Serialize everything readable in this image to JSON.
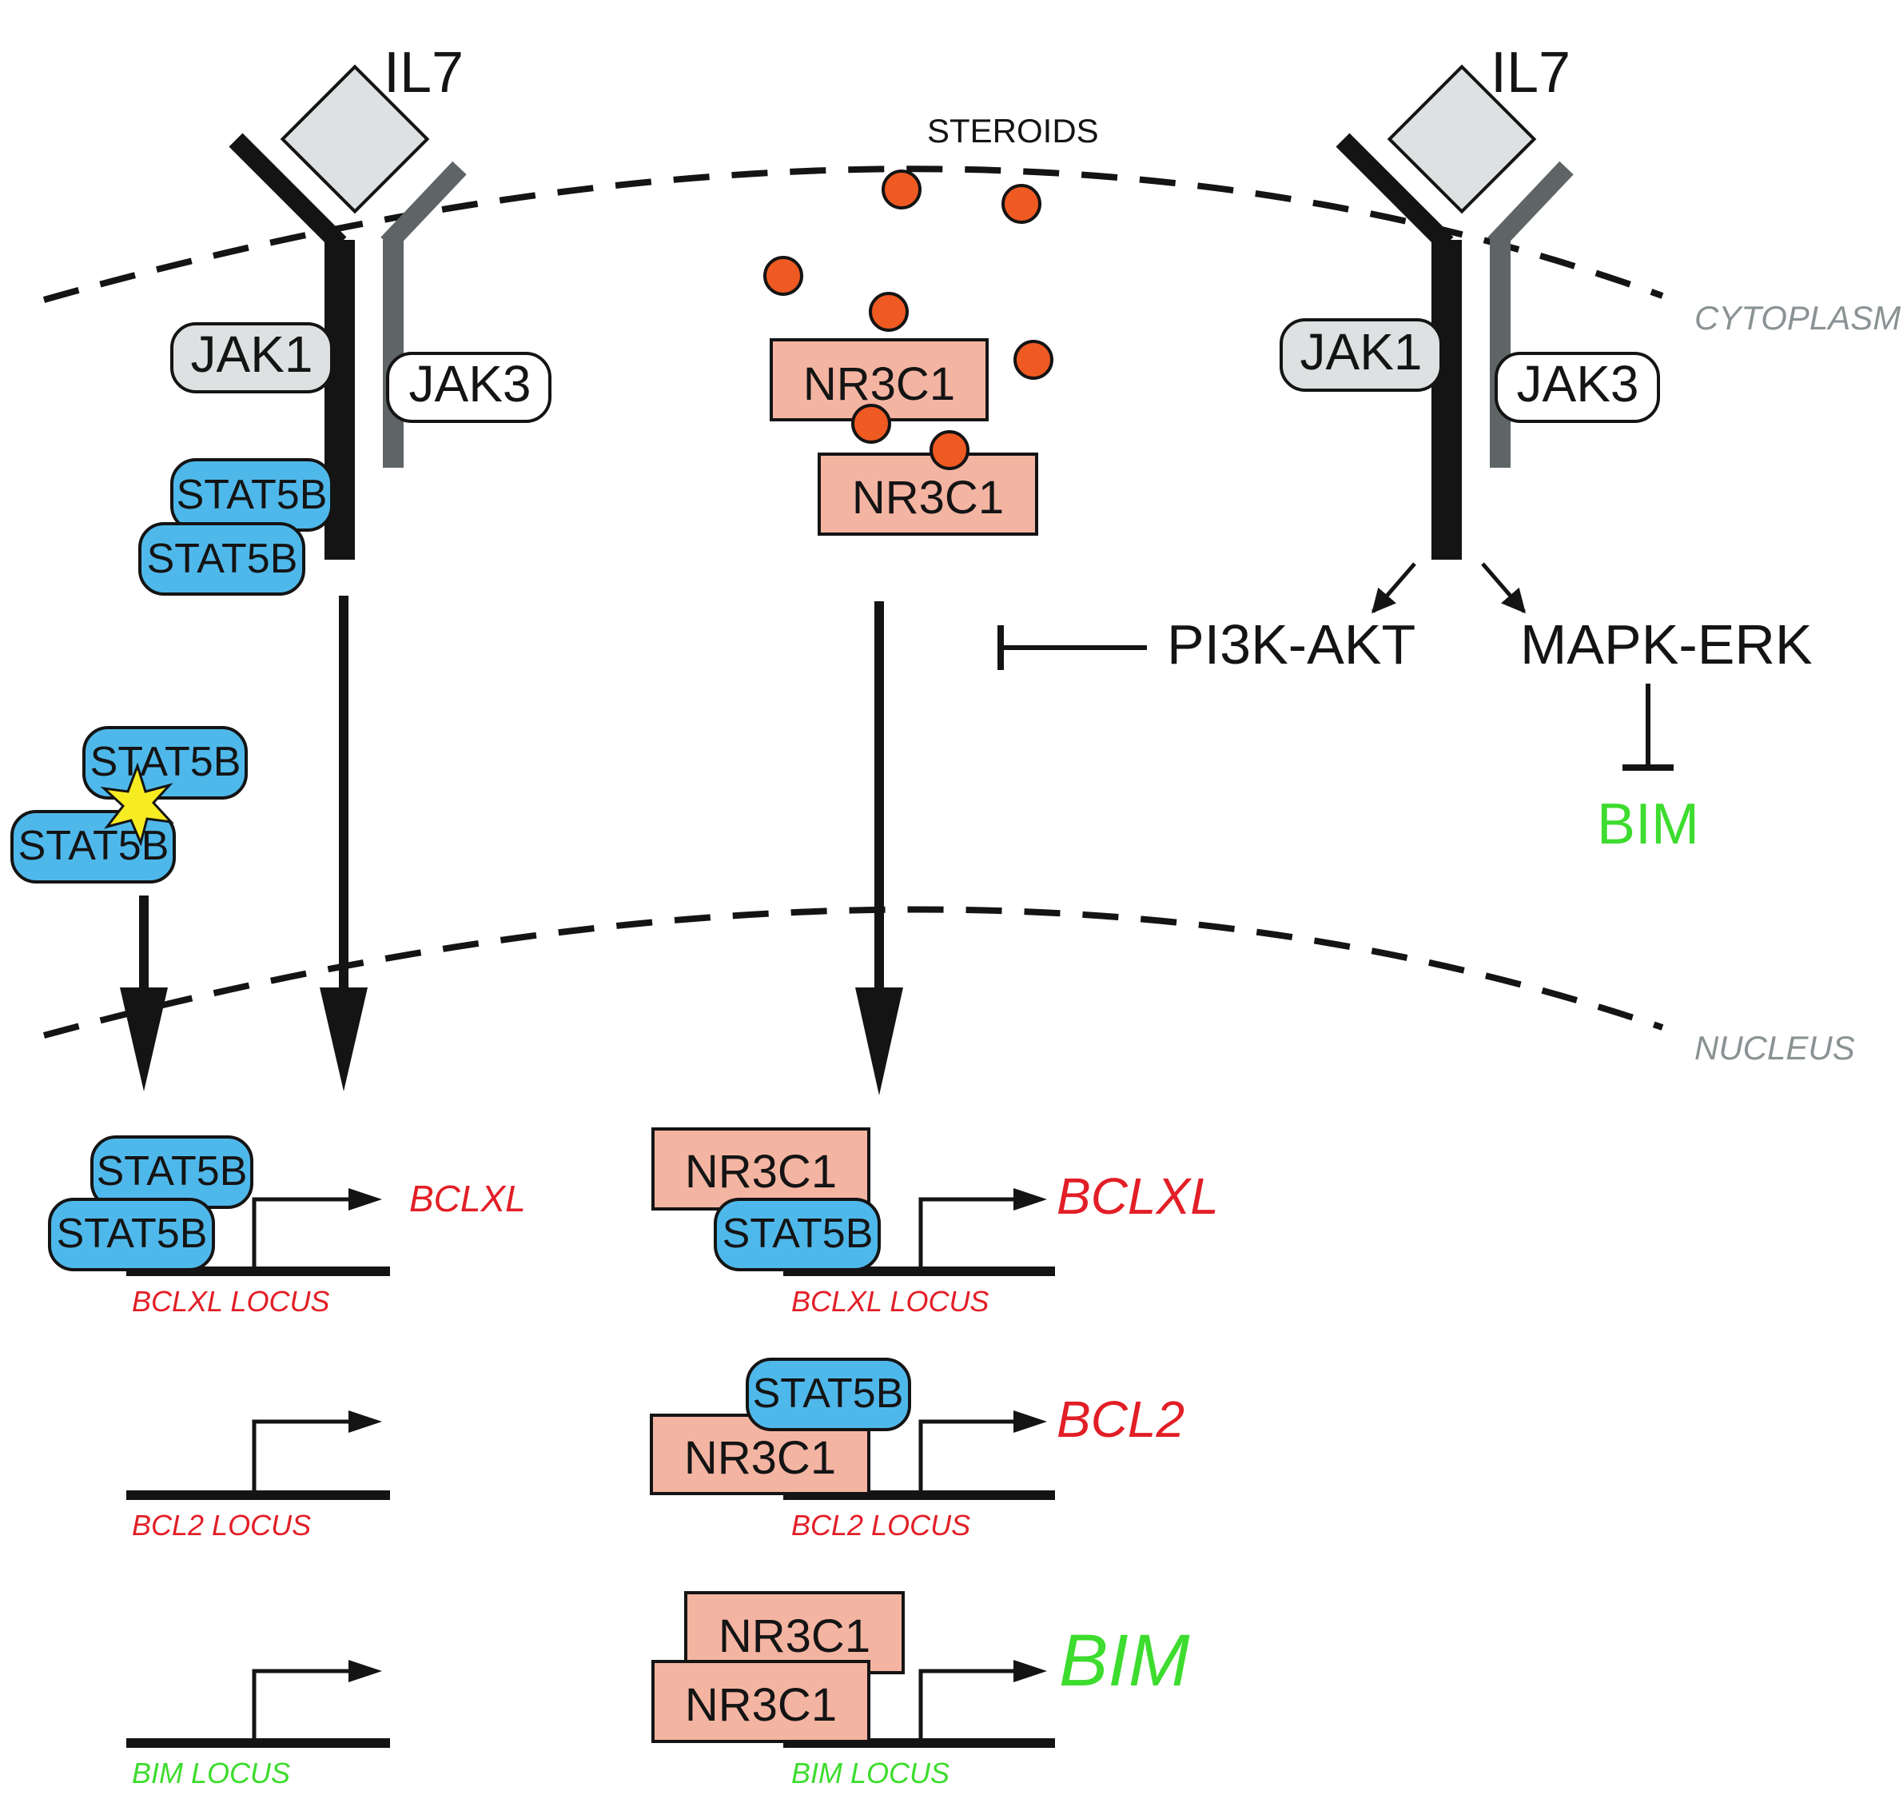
{
  "labels": {
    "il7": "IL7",
    "steroids": "STEROIDS",
    "cytoplasm": "CYTOPLASM",
    "nucleus": "NUCLEUS",
    "jak1": "JAK1",
    "jak3": "JAK3",
    "stat5b": "STAT5B",
    "nr3c1": "NR3C1",
    "pi3k_akt": "PI3K-AKT",
    "mapk_erk": "MAPK-ERK",
    "bim": "BIM",
    "bclxl": "BCLXL",
    "bcl2": "BCL2",
    "bclxl_locus": "BCLXL LOCUS",
    "bcl2_locus": "BCL2 LOCUS",
    "bim_locus": "BIM LOCUS"
  },
  "colors": {
    "stat5b_fill": "#4fb8ea",
    "nr3c1_fill": "#f4b4a2",
    "steroid_fill": "#ef5a22",
    "il7_fill": "#dde1e2",
    "jak1_fill": "#dde1e2",
    "receptor_dark": "#141414",
    "receptor_gray": "#5f6566",
    "compartment_gray": "#8a9294",
    "anti_apoptotic_red": "#e21e26",
    "pro_apoptotic_green": "#3ddc2e",
    "spark": "#f7ec22"
  }
}
